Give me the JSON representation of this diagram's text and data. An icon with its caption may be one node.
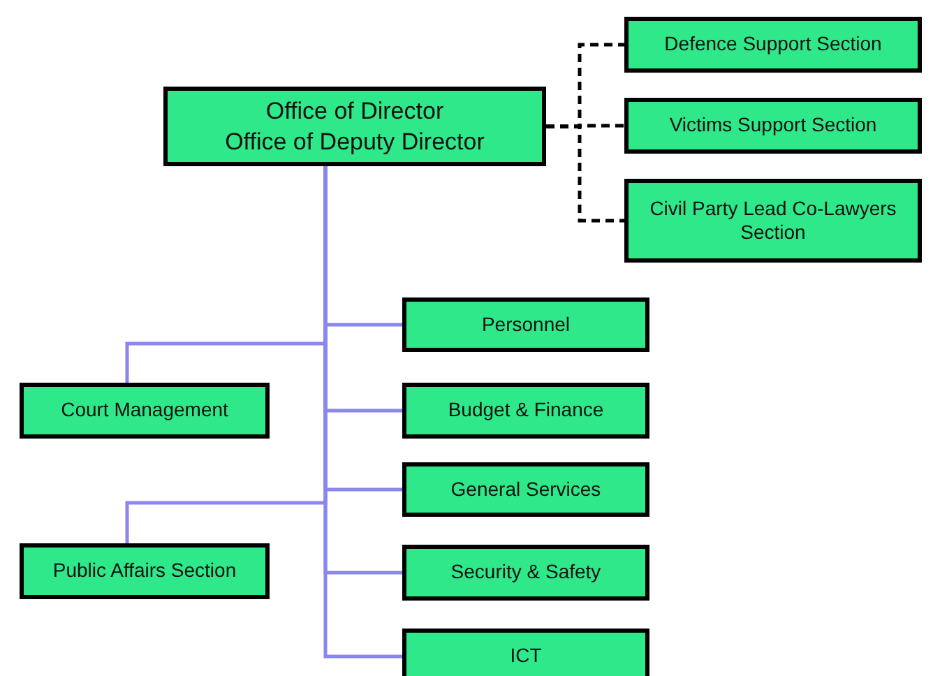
{
  "diagram": {
    "nodes": [
      {
        "text": [
          "Office of Director",
          "Office of Deputy Director"
        ]
      },
      {
        "text": [
          "Defence Support Section"
        ]
      },
      {
        "text": [
          "Victims Support Section"
        ]
      },
      {
        "text": [
          "Civil Party Lead Co-Lawyers Section"
        ]
      },
      {
        "text": [
          "Personnel"
        ]
      },
      {
        "text": [
          "Court Management"
        ]
      },
      {
        "text": [
          "Budget & Finance"
        ]
      },
      {
        "text": [
          "General Services"
        ]
      },
      {
        "text": [
          "Public Affairs Section"
        ]
      },
      {
        "text": [
          "Security & Safety"
        ]
      },
      {
        "text": [
          "ICT"
        ]
      }
    ],
    "edges": [
      {
        "from": 0,
        "to": 1,
        "arrow": "none",
        "style": "dashed",
        "color": "#000000"
      },
      {
        "from": 0,
        "to": 2,
        "arrow": "none",
        "style": "dashed",
        "color": "#000000"
      },
      {
        "from": 0,
        "to": 3,
        "arrow": "none",
        "style": "dashed",
        "color": "#000000"
      },
      {
        "from": 0,
        "to": 4,
        "arrow": "none"
      },
      {
        "from": 0,
        "to": 5,
        "arrow": "none"
      },
      {
        "from": 0,
        "to": 6,
        "arrow": "none"
      },
      {
        "from": 0,
        "to": 7,
        "arrow": "none"
      },
      {
        "from": 0,
        "to": 8,
        "arrow": "none"
      },
      {
        "from": 0,
        "to": 9,
        "arrow": "none"
      },
      {
        "from": 0,
        "to": 10,
        "arrow": "none"
      }
    ]
  }
}
